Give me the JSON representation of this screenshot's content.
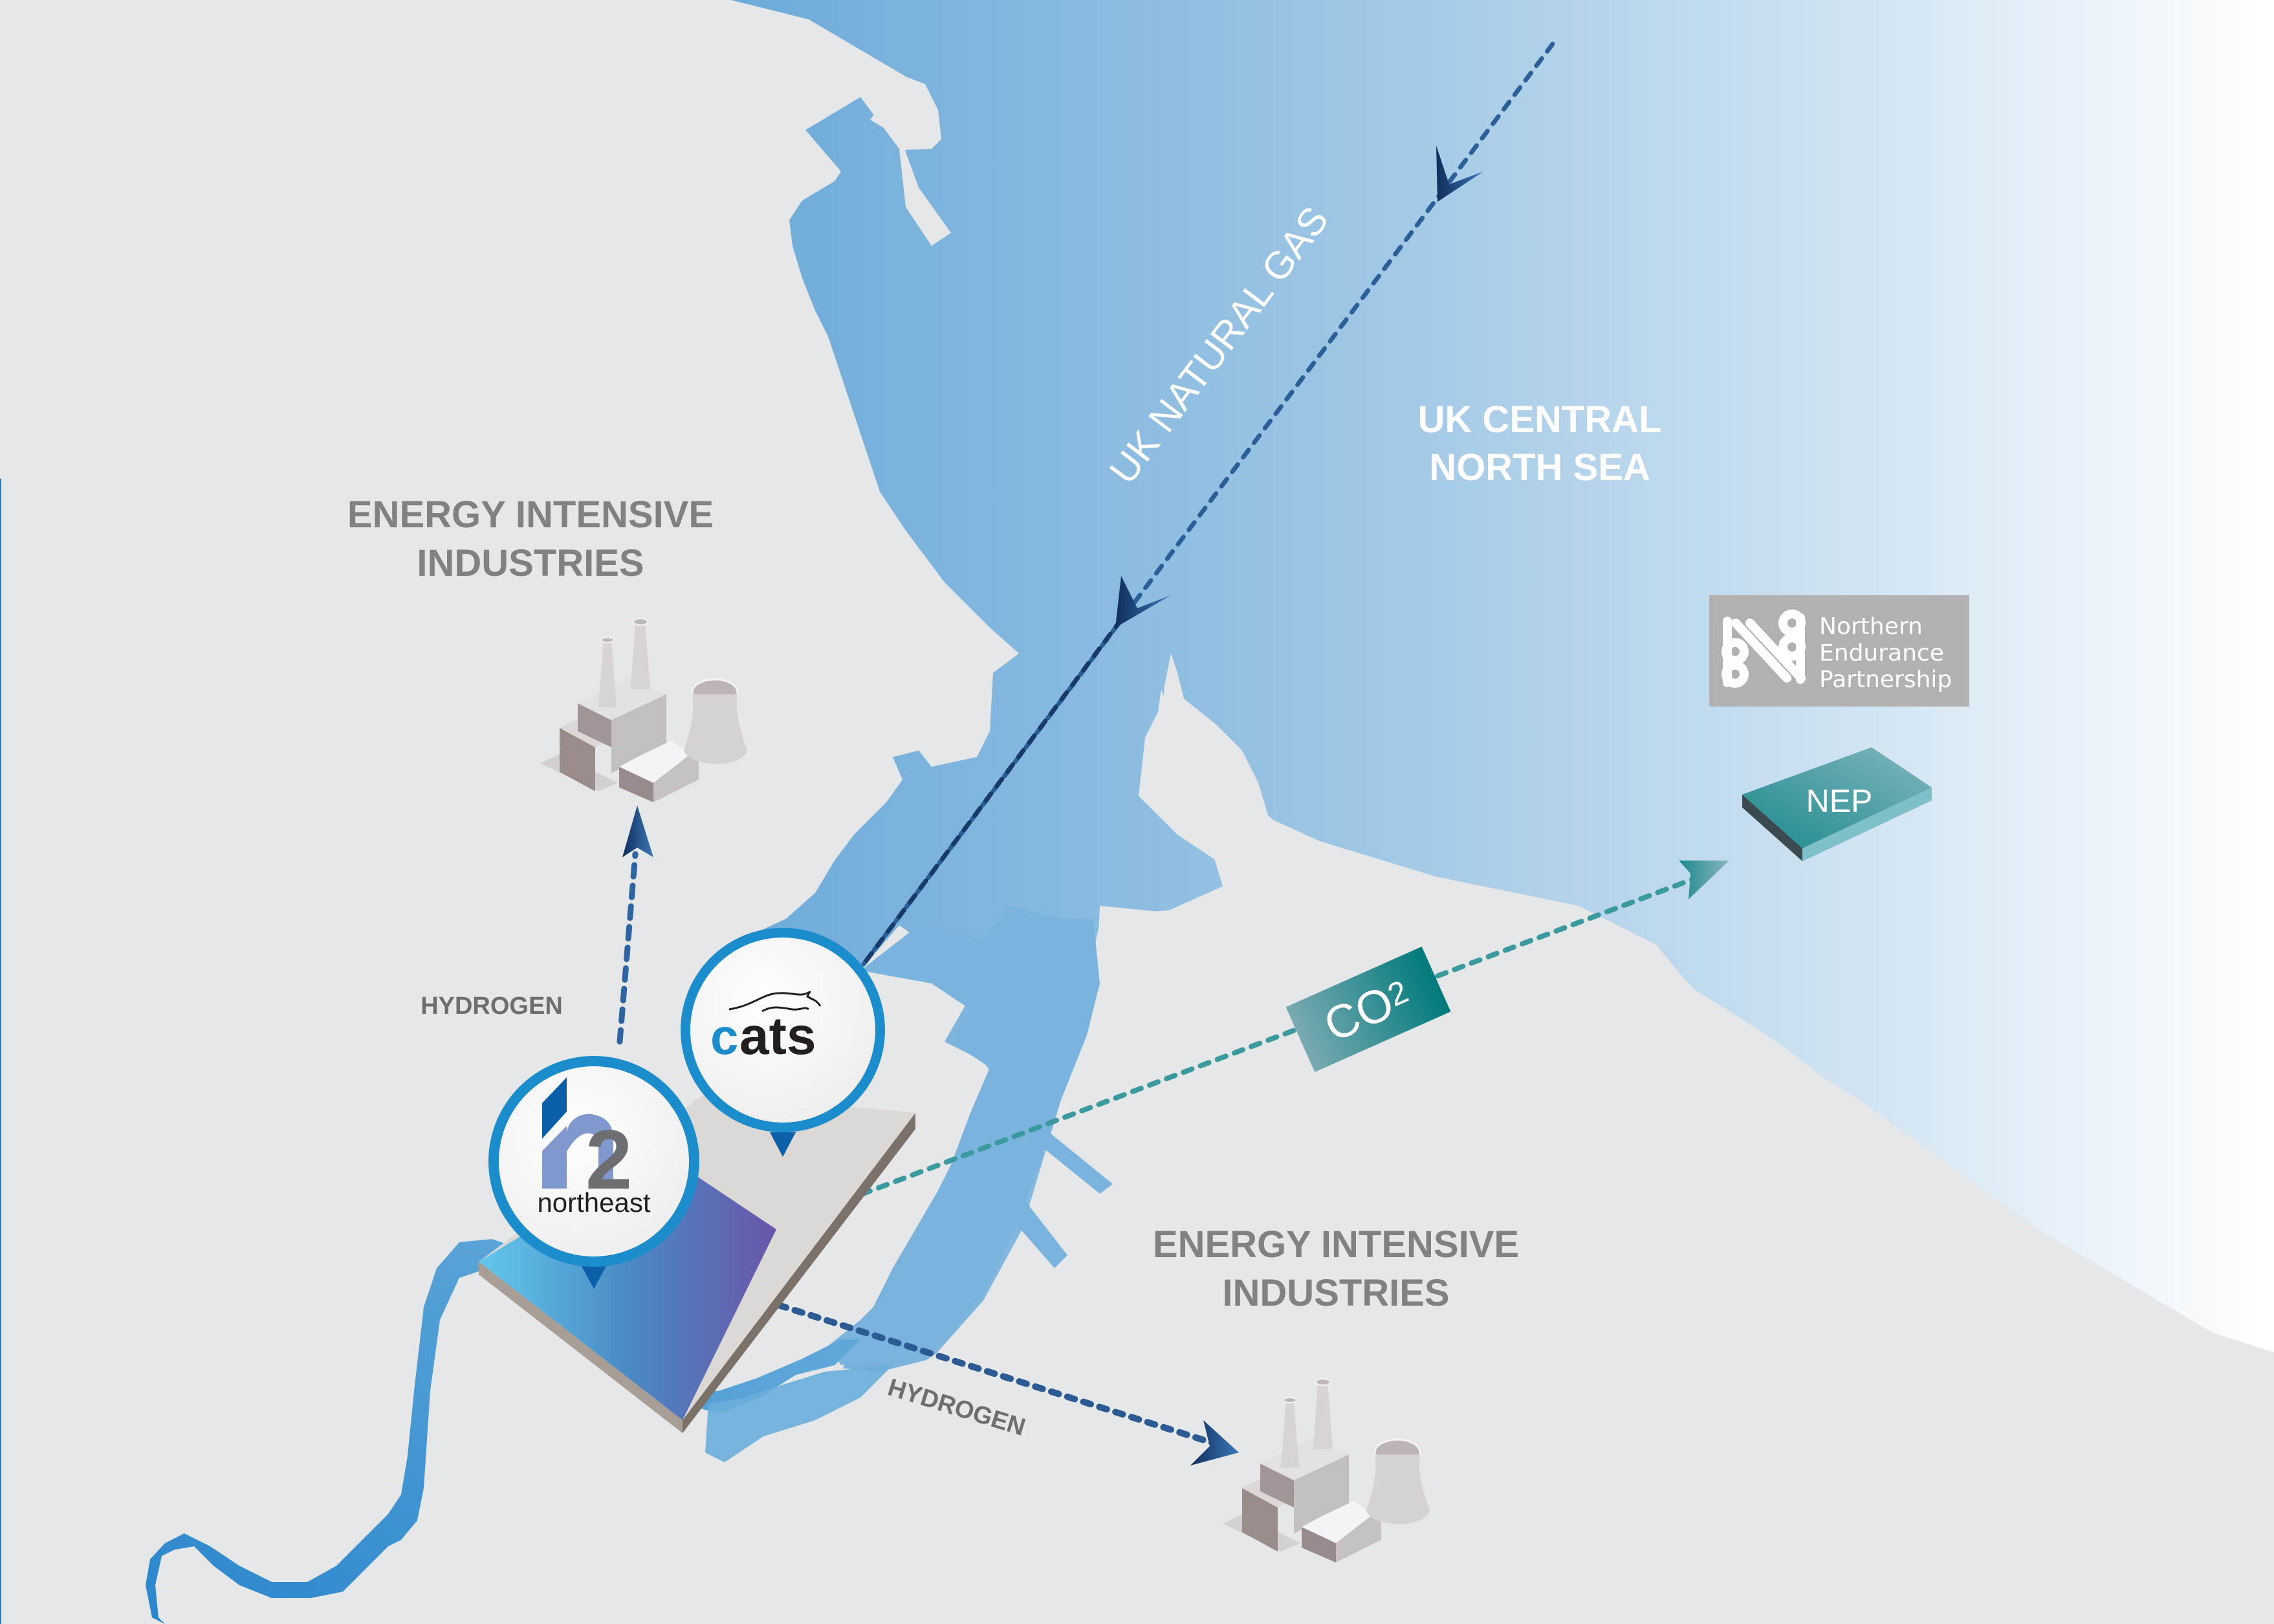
{
  "title": "H2 Teesside / CATS / Northern Endurance Partnership hydrogen and CO2 flow map",
  "colors": {
    "land": "#e6e7e9",
    "sea_dark": "#5fa3d6",
    "sea_light": "#ffffff",
    "river": "#4a95cf",
    "pin_ring": "#1b8ccc",
    "pin_tip": "#0a5fa8",
    "gas_line": "#1f3f6e",
    "hydrogen_line": "#2c5a94",
    "co2_line": "#2f8f93",
    "co2_box": "#1a8b8f",
    "nep_box": "#24898e",
    "nep_logo_bg": "#b1b1b1",
    "label_grey": "#808184",
    "label_dark": "#6d6e71"
  },
  "labels": {
    "industries_west_line1": "ENERGY INTENSIVE",
    "industries_west_line2": "INDUSTRIES",
    "industries_east_line1": "ENERGY INTENSIVE",
    "industries_east_line2": "INDUSTRIES",
    "hydrogen_north": "HYDROGEN",
    "hydrogen_south": "HYDROGEN",
    "sea_line1": "UK CENTRAL",
    "sea_line2": "NORTH SEA",
    "gas_pipeline": "UK NATURAL GAS",
    "co2_main": "CO",
    "co2_sub": "2",
    "nep_box": "NEP"
  },
  "logos": {
    "nep": {
      "line1": "Northern",
      "line2": "Endurance",
      "line3": "Partnership",
      "icon": "nep-knot-icon"
    },
    "cats": {
      "text": "ats",
      "prefix": "c",
      "icon": "cats-cheetah-icon"
    },
    "h2": {
      "letter": "h",
      "digit": "2",
      "subtitle": "northeast"
    }
  },
  "icons": {
    "factory_west": "factory-icon",
    "factory_east": "factory-icon",
    "gas_arrow": "arrow-down-icon",
    "hydrogen_arrow": "arrow-up-icon",
    "co2_arrow": "arrow-right-icon"
  }
}
